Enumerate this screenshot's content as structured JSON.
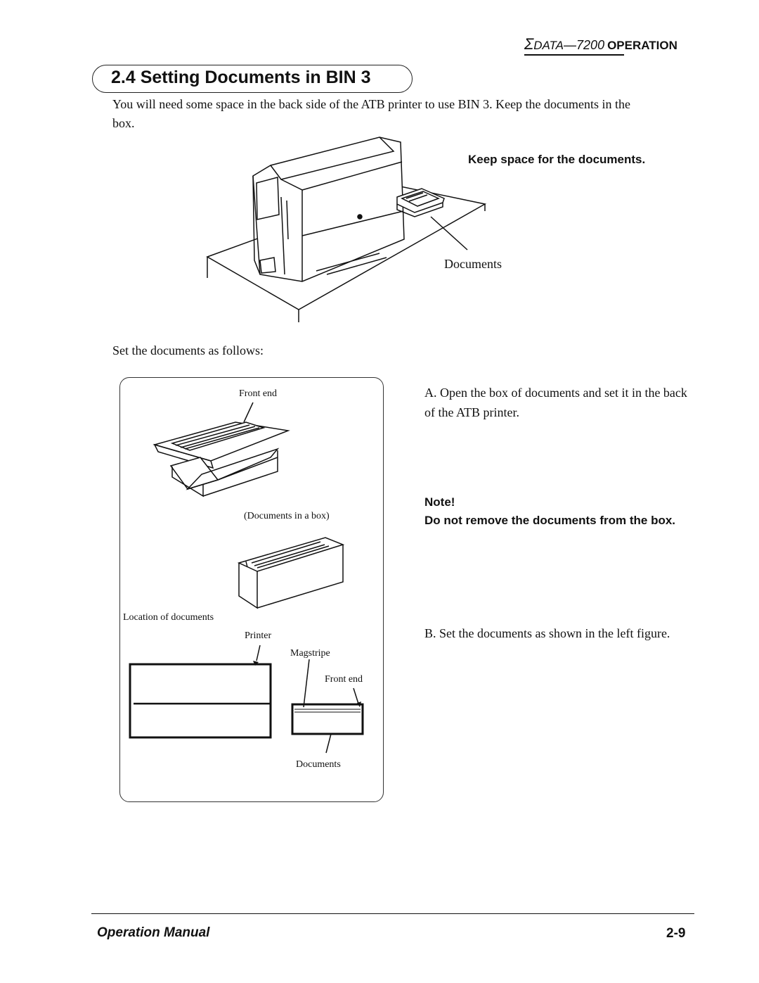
{
  "header": {
    "logo_sigma": "Σ",
    "logo_brand": "DATA",
    "logo_model": "—7200",
    "section_label": "OPERATION"
  },
  "title": "2.4 Setting Documents in BIN 3",
  "intro": "You will need some space in the back side of the ATB printer to use BIN 3. Keep the documents in the box.",
  "figure_top": {
    "caption": "Keep space for the documents.",
    "documents_label": "Documents"
  },
  "set_docs": "Set the documents as follows:",
  "panel": {
    "front_end_top": "Front end",
    "documents_in_box": "(Documents in a box)",
    "location_label": "Location of documents",
    "printer": "Printer",
    "magstripe": "Magstripe",
    "front_end_bottom": "Front end",
    "documents_bottom": "Documents"
  },
  "steps": {
    "a": "A. Open the box of documents and set it in the back of the ATB printer.",
    "b": "B. Set the documents as shown in the left figure."
  },
  "note": {
    "heading": "Note!",
    "body": "Do not remove the documents from the box."
  },
  "footer": {
    "left": "Operation Manual",
    "right": "2-9"
  }
}
